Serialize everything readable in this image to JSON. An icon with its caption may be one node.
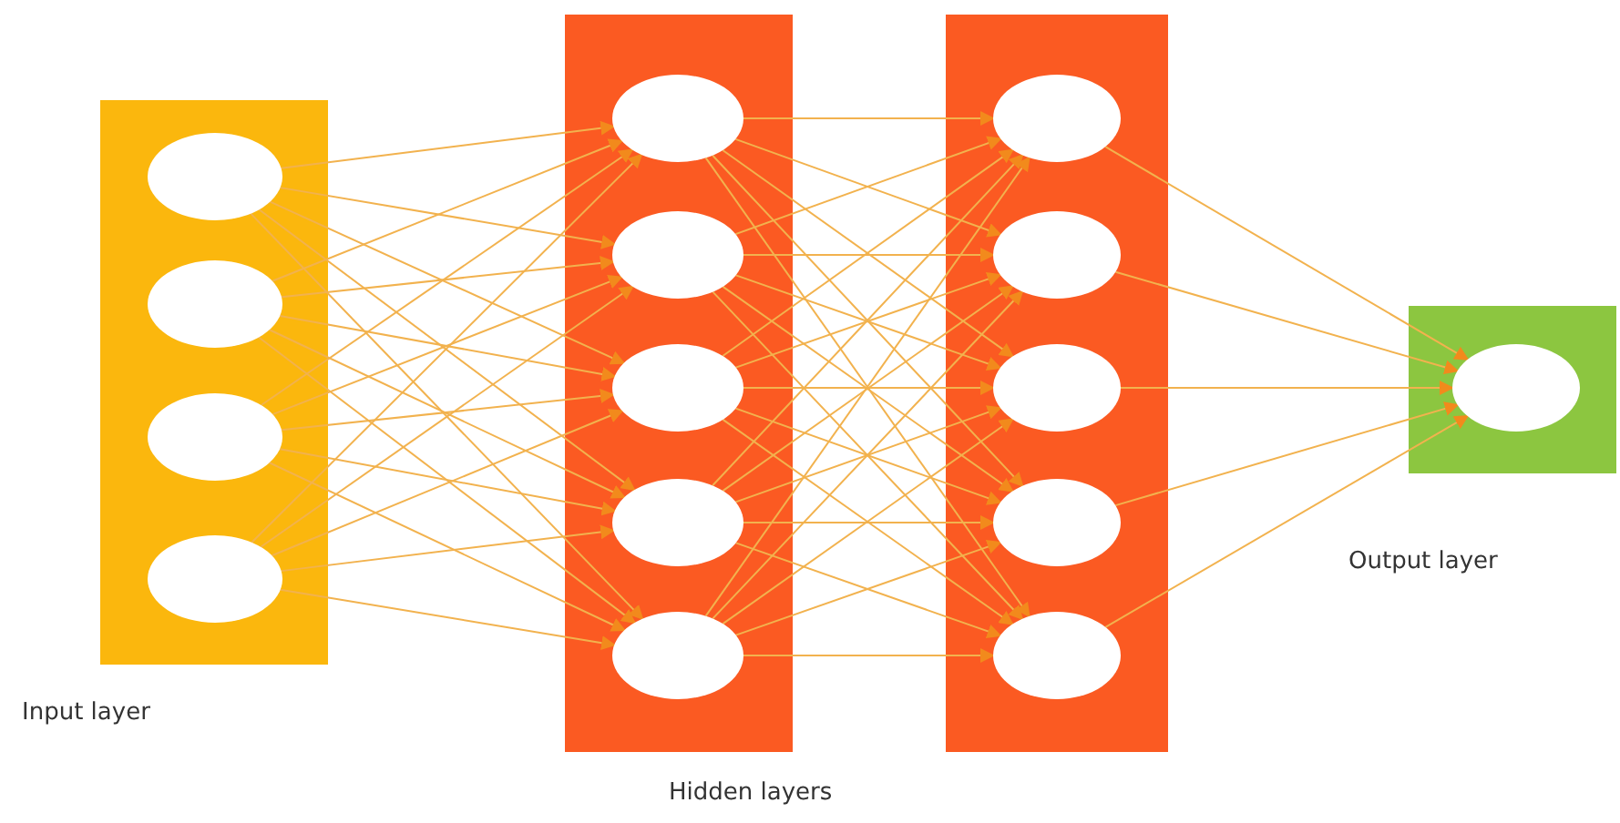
{
  "diagram": {
    "nodes": [
      {
        "text": [],
        "shape": "box",
        "beside": [
          "Input layer"
        ]
      },
      {
        "text": [],
        "shape": "circle",
        "in": 0
      },
      {
        "text": [],
        "shape": "circle",
        "in": 0
      },
      {
        "text": [],
        "shape": "circle",
        "in": 0
      },
      {
        "text": [],
        "shape": "circle",
        "in": 0
      },
      {
        "text": [],
        "shape": "box"
      },
      {
        "text": [],
        "shape": "circle",
        "in": 5
      },
      {
        "text": [],
        "shape": "circle",
        "in": 5
      },
      {
        "text": [],
        "shape": "circle",
        "in": 5
      },
      {
        "text": [],
        "shape": "circle",
        "in": 5
      },
      {
        "text": [],
        "shape": "circle",
        "in": 5
      },
      {
        "text": [],
        "shape": "box"
      },
      {
        "text": [],
        "shape": "circle",
        "in": 11
      },
      {
        "text": [],
        "shape": "circle",
        "in": 11
      },
      {
        "text": [],
        "shape": "circle",
        "in": 11
      },
      {
        "text": [],
        "shape": "circle",
        "in": 11
      },
      {
        "text": [],
        "shape": "circle",
        "in": 11
      },
      {
        "text": [],
        "shape": "box",
        "beside": [
          "Output layer"
        ]
      },
      {
        "text": [],
        "shape": "circle",
        "in": 17
      }
    ],
    "edges": [
      {
        "from": 1,
        "to": 6,
        "arrow": "to"
      },
      {
        "from": 1,
        "to": 7,
        "arrow": "to"
      },
      {
        "from": 1,
        "to": 8,
        "arrow": "to"
      },
      {
        "from": 1,
        "to": 9,
        "arrow": "to"
      },
      {
        "from": 1,
        "to": 10,
        "arrow": "to"
      },
      {
        "from": 2,
        "to": 6,
        "arrow": "to"
      },
      {
        "from": 2,
        "to": 7,
        "arrow": "to"
      },
      {
        "from": 2,
        "to": 8,
        "arrow": "to"
      },
      {
        "from": 2,
        "to": 9,
        "arrow": "to"
      },
      {
        "from": 2,
        "to": 10,
        "arrow": "to"
      },
      {
        "from": 3,
        "to": 6,
        "arrow": "to"
      },
      {
        "from": 3,
        "to": 7,
        "arrow": "to"
      },
      {
        "from": 3,
        "to": 8,
        "arrow": "to"
      },
      {
        "from": 3,
        "to": 9,
        "arrow": "to"
      },
      {
        "from": 3,
        "to": 10,
        "arrow": "to"
      },
      {
        "from": 4,
        "to": 6,
        "arrow": "to"
      },
      {
        "from": 4,
        "to": 7,
        "arrow": "to"
      },
      {
        "from": 4,
        "to": 8,
        "arrow": "to"
      },
      {
        "from": 4,
        "to": 9,
        "arrow": "to"
      },
      {
        "from": 4,
        "to": 10,
        "arrow": "to"
      },
      {
        "from": 6,
        "to": 12,
        "arrow": "to"
      },
      {
        "from": 6,
        "to": 13,
        "arrow": "to"
      },
      {
        "from": 6,
        "to": 14,
        "arrow": "to"
      },
      {
        "from": 6,
        "to": 15,
        "arrow": "to"
      },
      {
        "from": 6,
        "to": 16,
        "arrow": "to"
      },
      {
        "from": 7,
        "to": 12,
        "arrow": "to"
      },
      {
        "from": 7,
        "to": 13,
        "arrow": "to"
      },
      {
        "from": 7,
        "to": 14,
        "arrow": "to"
      },
      {
        "from": 7,
        "to": 15,
        "arrow": "to"
      },
      {
        "from": 7,
        "to": 16,
        "arrow": "to"
      },
      {
        "from": 8,
        "to": 12,
        "arrow": "to"
      },
      {
        "from": 8,
        "to": 13,
        "arrow": "to"
      },
      {
        "from": 8,
        "to": 14,
        "arrow": "to"
      },
      {
        "from": 8,
        "to": 15,
        "arrow": "to"
      },
      {
        "from": 8,
        "to": 16,
        "arrow": "to"
      },
      {
        "from": 9,
        "to": 12,
        "arrow": "to"
      },
      {
        "from": 9,
        "to": 13,
        "arrow": "to"
      },
      {
        "from": 9,
        "to": 14,
        "arrow": "to"
      },
      {
        "from": 9,
        "to": 15,
        "arrow": "to"
      },
      {
        "from": 9,
        "to": 16,
        "arrow": "to"
      },
      {
        "from": 10,
        "to": 12,
        "arrow": "to"
      },
      {
        "from": 10,
        "to": 13,
        "arrow": "to"
      },
      {
        "from": 10,
        "to": 14,
        "arrow": "to"
      },
      {
        "from": 10,
        "to": 15,
        "arrow": "to"
      },
      {
        "from": 10,
        "to": 16,
        "arrow": "to"
      },
      {
        "from": 12,
        "to": 18,
        "arrow": "to"
      },
      {
        "from": 13,
        "to": 18,
        "arrow": "to"
      },
      {
        "from": 14,
        "to": 18,
        "arrow": "to"
      },
      {
        "from": 15,
        "to": 18,
        "arrow": "to"
      },
      {
        "from": 16,
        "to": 18,
        "arrow": "to"
      }
    ],
    "labels": [
      "Hidden layers"
    ]
  }
}
